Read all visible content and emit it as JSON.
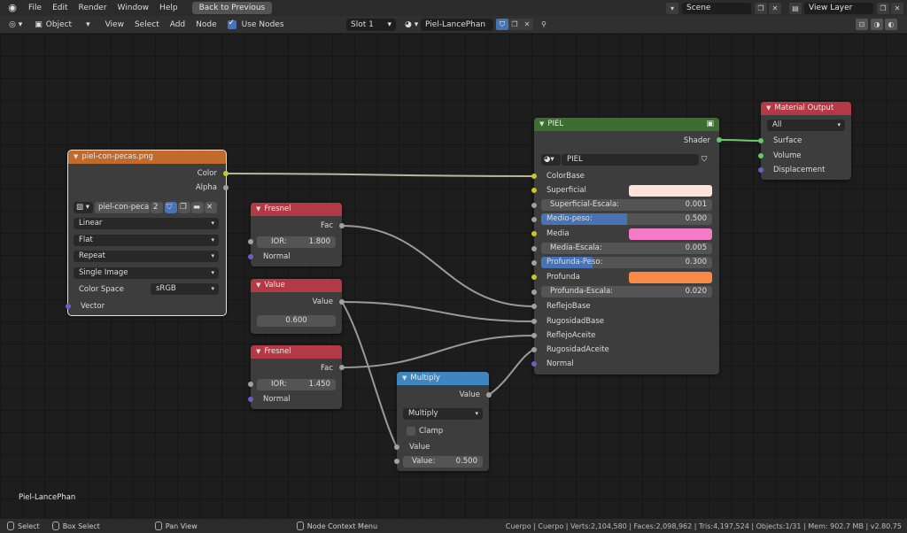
{
  "topbar": {
    "menus": [
      "File",
      "Edit",
      "Render",
      "Window",
      "Help"
    ],
    "back_button": "Back to Previous",
    "scene": "Scene",
    "view_layer": "View Layer"
  },
  "header": {
    "mode": "Object",
    "menus": [
      "View",
      "Select",
      "Add",
      "Node"
    ],
    "use_nodes_label": "Use Nodes",
    "slot": "Slot 1",
    "material": "Piel-LancePhan"
  },
  "nodes": {
    "image": {
      "title": "piel-con-pecas.png",
      "out_color": "Color",
      "out_alpha": "Alpha",
      "image_name": "piel-con-peca...",
      "users": "2",
      "interpolation": "Linear",
      "projection": "Flat",
      "extension": "Repeat",
      "source": "Single Image",
      "color_space_label": "Color Space",
      "color_space": "sRGB",
      "in_vector": "Vector"
    },
    "fresnel1": {
      "title": "Fresnel",
      "out": "Fac",
      "ior_label": "IOR:",
      "ior": "1.800",
      "in_normal": "Normal"
    },
    "value1": {
      "title": "Value",
      "out": "Value",
      "value": "0.600"
    },
    "fresnel2": {
      "title": "Fresnel",
      "out": "Fac",
      "ior_label": "IOR:",
      "ior": "1.450",
      "in_normal": "Normal"
    },
    "multiply": {
      "title": "Multiply",
      "out": "Value",
      "operation": "Multiply",
      "clamp": "Clamp",
      "in_value": "Value",
      "value_label": "Value:",
      "value": "0.500"
    },
    "piel": {
      "title": "PIEL",
      "out": "Shader",
      "group_name": "PIEL",
      "inputs": {
        "colorbase": "ColorBase",
        "superficial": "Superficial",
        "superficial_escala_label": "Superficial-Escala:",
        "superficial_escala": "0.001",
        "medio_peso_label": "Medio-peso:",
        "medio_peso": "0.500",
        "media": "Media",
        "media_escala_label": "Media-Escala:",
        "media_escala": "0.005",
        "profunda_peso_label": "Profunda-Peso:",
        "profunda_peso": "0.300",
        "profunda": "Profunda",
        "profunda_escala_label": "Profunda-Escala:",
        "profunda_escala": "0.020",
        "reflejobase": "ReflejoBase",
        "rugosidadbase": "RugosidadBase",
        "reflejoaceite": "ReflejoAceite",
        "rugosidadaceite": "RugosidadAceite",
        "normal": "Normal"
      },
      "colors": {
        "superficial": "#fde3d8",
        "media": "#f57ac7",
        "profunda": "#f98a46"
      }
    },
    "output": {
      "title": "Material Output",
      "target": "All",
      "surface": "Surface",
      "volume": "Volume",
      "displacement": "Displacement"
    }
  },
  "colors": {
    "header_texture": "#c06a2b",
    "header_input": "#b33a44",
    "header_converter": "#3f86c0",
    "header_group": "#3b6e2f",
    "header_output": "#b33a44"
  },
  "canvas": {
    "material_label": "Piel-LancePhan"
  },
  "status": {
    "select": "Select",
    "box_select": "Box Select",
    "pan_view": "Pan View",
    "context_menu": "Node Context Menu",
    "stats": "Cuerpo | Cuerpo | Verts:2,104,580 | Faces:2,098,962 | Tris:4,197,524 | Objects:1/31 | Mem: 902.7 MB | v2.80.75"
  }
}
